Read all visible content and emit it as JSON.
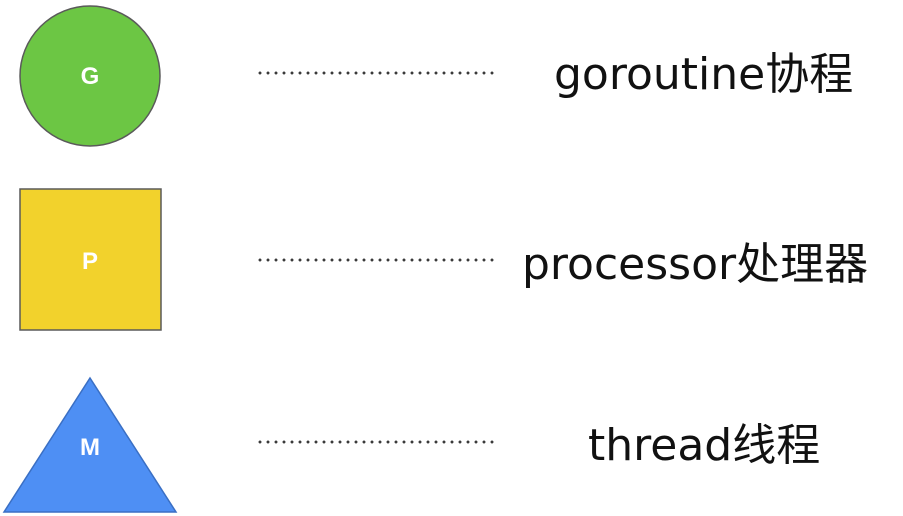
{
  "items": [
    {
      "shape": "circle",
      "letter": "G",
      "label": "goroutine协程",
      "fill": "#6cc644",
      "stroke": "#5a5a5a"
    },
    {
      "shape": "square",
      "letter": "P",
      "label": "processor处理器",
      "fill": "#f2d22c",
      "stroke": "#5a5a5a"
    },
    {
      "shape": "triangle",
      "letter": "M",
      "label": "thread线程",
      "fill": "#4e8ff4",
      "stroke": "#3a6fc4"
    }
  ]
}
